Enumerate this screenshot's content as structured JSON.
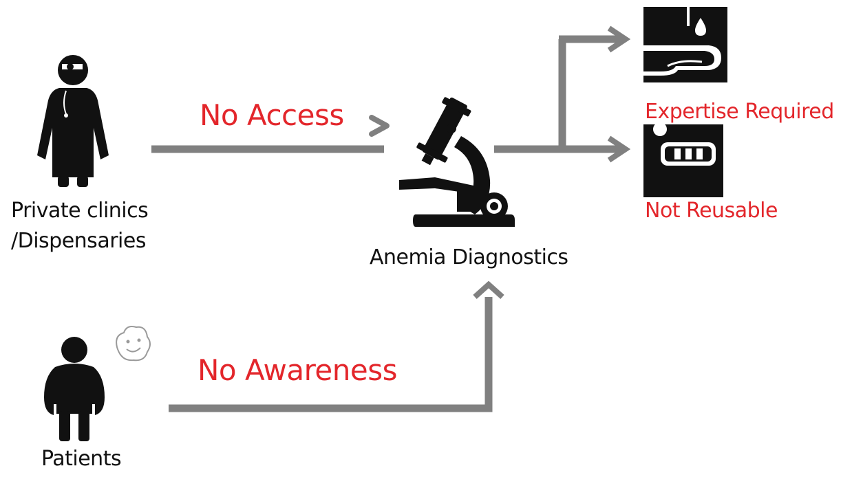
{
  "actors": {
    "clinics": {
      "line1": "Private clinics",
      "line2": "/Dispensaries",
      "icon": "doctor-icon"
    },
    "patients": {
      "label": "Patients",
      "icon": "patient-icon",
      "thought_icon": "smiley-thought-icon"
    }
  },
  "center": {
    "label": "Anemia Diagnostics",
    "icon": "microscope-icon"
  },
  "barriers": {
    "access": "No Access",
    "awareness": "No Awareness"
  },
  "problems": {
    "expertise": {
      "label": "Expertise Required",
      "icon": "blood-drop-finger-icon"
    },
    "reusable": {
      "label": "Not Reusable",
      "icon": "test-strip-icon"
    }
  },
  "colors": {
    "barrier_text": "#e3262b",
    "arrow": "#808080",
    "icon": "#111111",
    "label_text": "#111111"
  }
}
